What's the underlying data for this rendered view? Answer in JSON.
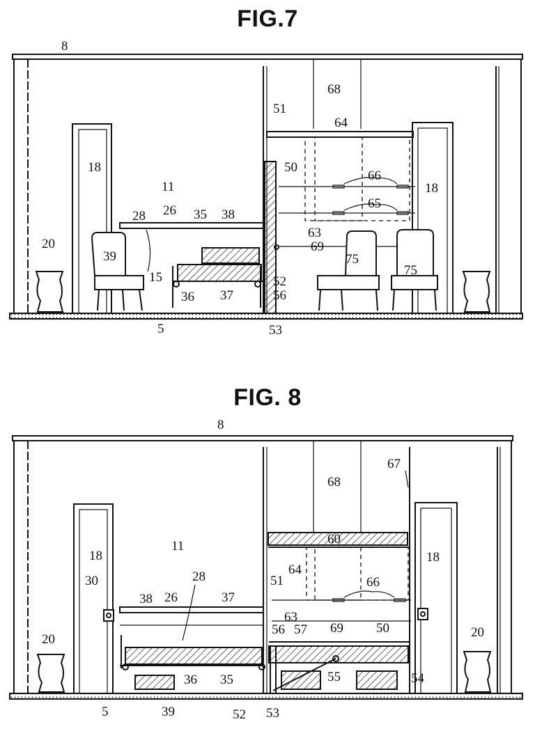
{
  "figures": [
    {
      "title": "FIG.7",
      "labels": [
        "8",
        "51",
        "68",
        "64",
        "50",
        "18",
        "66",
        "18",
        "11",
        "65",
        "28",
        "26",
        "35",
        "38",
        "63",
        "69",
        "20",
        "39",
        "15",
        "75",
        "75",
        "52",
        "36",
        "37",
        "56",
        "5",
        "53"
      ]
    },
    {
      "title": "FIG. 8",
      "labels": [
        "8",
        "67",
        "68",
        "60",
        "11",
        "18",
        "18",
        "64",
        "66",
        "28",
        "51",
        "30",
        "38",
        "26",
        "37",
        "63",
        "56",
        "57",
        "69",
        "50",
        "20",
        "20",
        "36",
        "35",
        "55",
        "54",
        "5",
        "39",
        "52",
        "53"
      ]
    }
  ]
}
